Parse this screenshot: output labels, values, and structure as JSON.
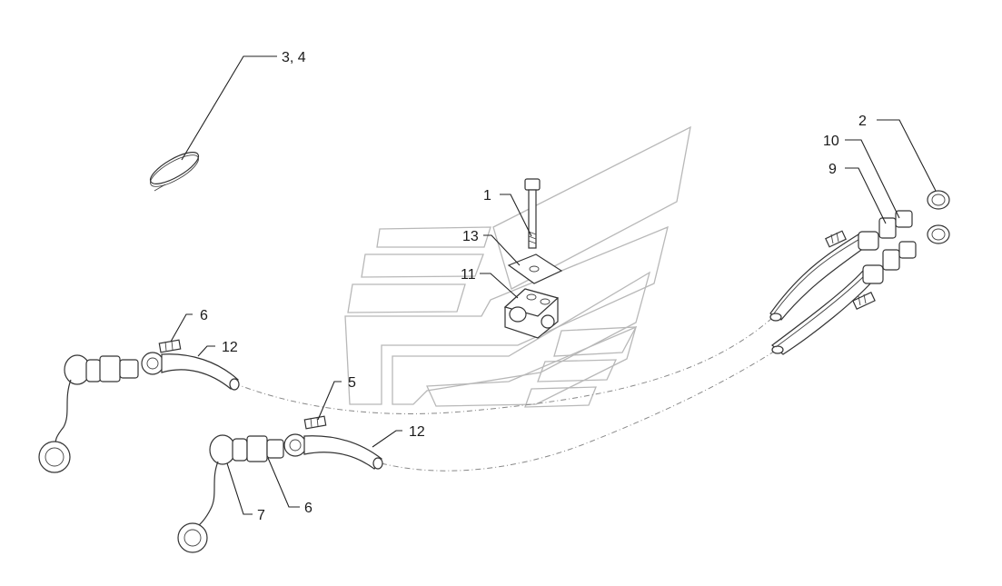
{
  "callouts": {
    "c1": "1",
    "c2": "2",
    "c3_4": "3, 4",
    "c5": "5",
    "c6a": "6",
    "c6b": "6",
    "c7": "7",
    "c9": "9",
    "c10": "10",
    "c11": "11",
    "c12a": "12",
    "c12b": "12",
    "c13": "13"
  },
  "colors": {
    "line": "#222222",
    "watermark": "#b8b8b8"
  }
}
